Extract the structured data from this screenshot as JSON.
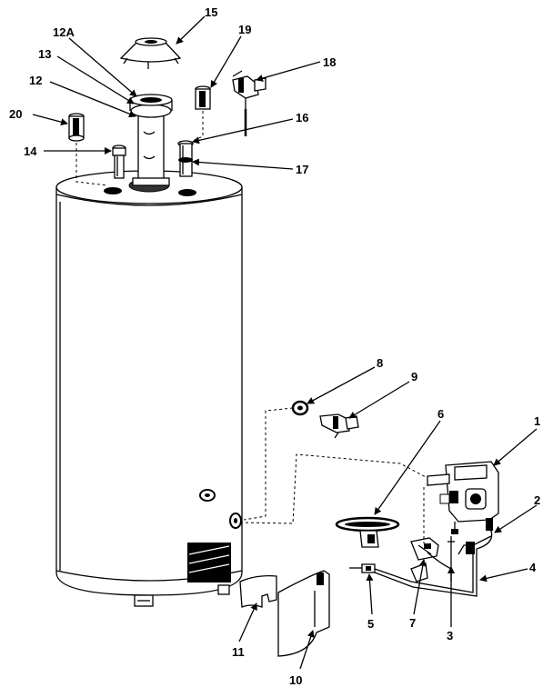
{
  "diagram": {
    "callouts": [
      "1",
      "2",
      "3",
      "4",
      "5",
      "6",
      "7",
      "8",
      "9",
      "10",
      "11",
      "12",
      "12A",
      "13",
      "14",
      "15",
      "16",
      "17",
      "18",
      "19",
      "20"
    ]
  }
}
